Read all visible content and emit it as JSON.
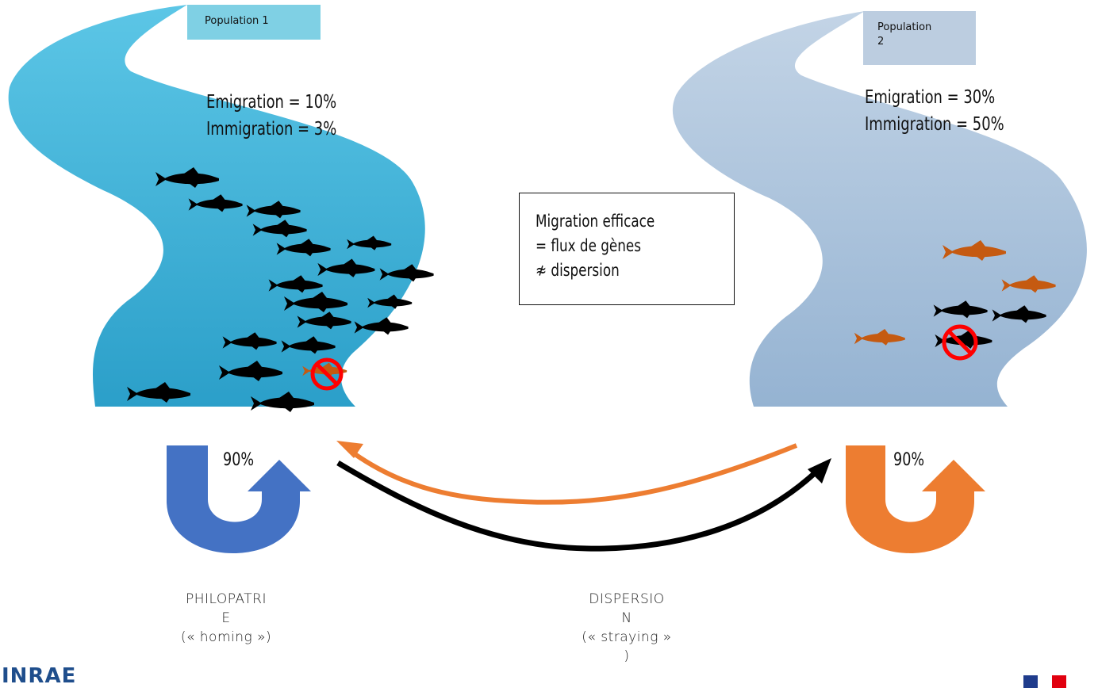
{
  "populations": [
    {
      "label_line1": "Population 1",
      "label_line2": "",
      "emigration": "Emigration = 10%",
      "immigration": "Immigration = 3%",
      "philopatry_percent": "90%"
    },
    {
      "label_line1": "Population",
      "label_line2": "2",
      "emigration": "Emigration = 30%",
      "immigration": "Immigration = 50%",
      "philopatry_percent": "90%"
    }
  ],
  "migration_box": {
    "line1": "Migration efficace",
    "line2": "= flux de gènes",
    "line3": "≉ dispersion"
  },
  "captions": {
    "philopatry": {
      "line1": "PHILOPATRI",
      "line2": "E",
      "line3": "(« homing »)"
    },
    "dispersion": {
      "line1": "DISPERSIO",
      "line2": "N",
      "line3": "(« straying »",
      "line4": ")"
    }
  },
  "logo_text": "INRAE",
  "colors": {
    "river1": "#3ab0d8",
    "river2": "#a9c2dc",
    "homing1": "#4472c4",
    "homing2": "#ed7d31",
    "fish_local": "#000000",
    "fish_immigrant": "#c55a11",
    "stop_sign": "#ff0000"
  },
  "icons": [
    "fish-icon",
    "no-entry-icon",
    "u-turn-arrow-icon",
    "curved-arrow-icon",
    "flag-icon"
  ]
}
